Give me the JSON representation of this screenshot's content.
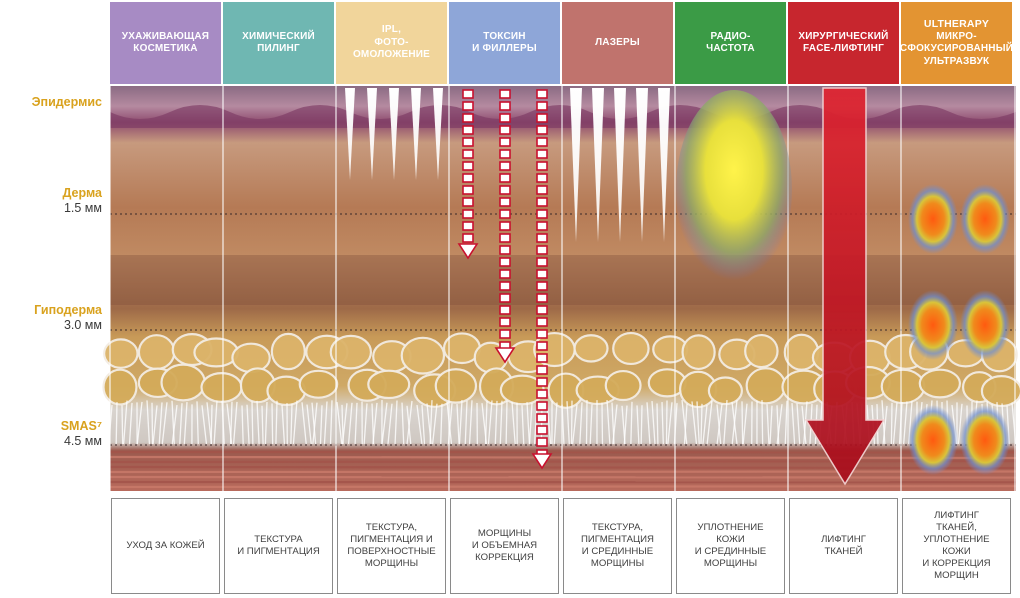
{
  "depth_labels": [
    {
      "name": "Эпидермис",
      "value": ""
    },
    {
      "name": "Дерма",
      "value": "1.5 мм"
    },
    {
      "name": "Гиподерма",
      "value": "3.0 мм"
    },
    {
      "name": "SMAS⁷",
      "value": "4.5 мм"
    }
  ],
  "columns": [
    {
      "header": "Ухаживающая\nкосметика",
      "brand": "",
      "color": "#a78bc4",
      "result": "Уход за кожей"
    },
    {
      "header": "Химический\nпилинг",
      "brand": "",
      "color": "#6fb7b2",
      "result": "Текстура\nи пигментация"
    },
    {
      "header": "IPL,\nфото-\nомоложение",
      "brand": "",
      "color": "#f1d59b",
      "result": "Текстура,\nпигментация и\nповерхностные\nморщины"
    },
    {
      "header": "Токсин\nи филлеры",
      "brand": "",
      "color": "#8ea6d8",
      "result": "Морщины\nи объемная\nкоррекция"
    },
    {
      "header": "Лазеры",
      "brand": "",
      "color": "#c0736d",
      "result": "Текстура,\nпигментация\nи срединные\nморщины"
    },
    {
      "header": "Радио-\nчастота",
      "brand": "",
      "color": "#3b9b46",
      "result": "Уплотнение\nкожи\nи срединные\nморщины"
    },
    {
      "header": "Хирургический\nface-лифтинг",
      "brand": "",
      "color": "#c7262e",
      "result": "Лифтинг\nтканей"
    },
    {
      "header": "Микро-\nсфокусированный\nультразвук",
      "brand": "Ultherapy",
      "color": "#e39432",
      "result": "Лифтинг\nтканей,\nуплотнение\nкожи\nи коррекция\nморщин"
    }
  ],
  "colors": {
    "epidermis_label": "#d9a21e",
    "depth_value": "#3a3a3a",
    "arrow_red": "#c8102e",
    "result_border": "#8a8a8a"
  }
}
